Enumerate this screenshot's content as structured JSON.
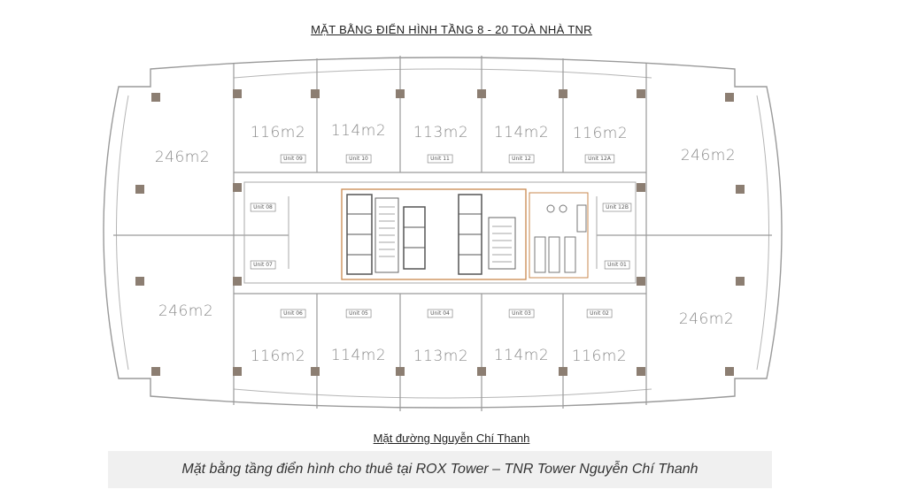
{
  "plan": {
    "title": "MẶT BẰNG ĐIỂN HÌNH TẦNG 8 - 20 TOÀ NHÀ TNR",
    "street": "Mặt đường Nguyễn Chí Thanh",
    "caption": "Mặt bằng tầng điển hình cho thuê tại ROX Tower – TNR Tower Nguyễn Chí Thanh"
  },
  "areas": {
    "top_left": "246m2",
    "top_right": "246m2",
    "bottom_left": "246m2",
    "bottom_right": "246m2",
    "top": [
      "116m2",
      "114m2",
      "113m2",
      "114m2",
      "116m2"
    ],
    "bottom": [
      "116m2",
      "114m2",
      "113m2",
      "114m2",
      "116m2"
    ]
  },
  "units": {
    "top": [
      "Unit 09",
      "Unit 10",
      "Unit 11",
      "Unit 12",
      "Unit 12A"
    ],
    "bottom": [
      "Unit 06",
      "Unit 05",
      "Unit 04",
      "Unit 03",
      "Unit 02"
    ],
    "left_top": "Unit 08",
    "left_bottom": "Unit 07",
    "right_top": "Unit 12B",
    "right_bottom": "Unit 01"
  },
  "colors": {
    "wall": "#9a9a9a",
    "column": "#8c7e72",
    "core": "#c9894f",
    "caption_bg": "#f0f0f0"
  }
}
